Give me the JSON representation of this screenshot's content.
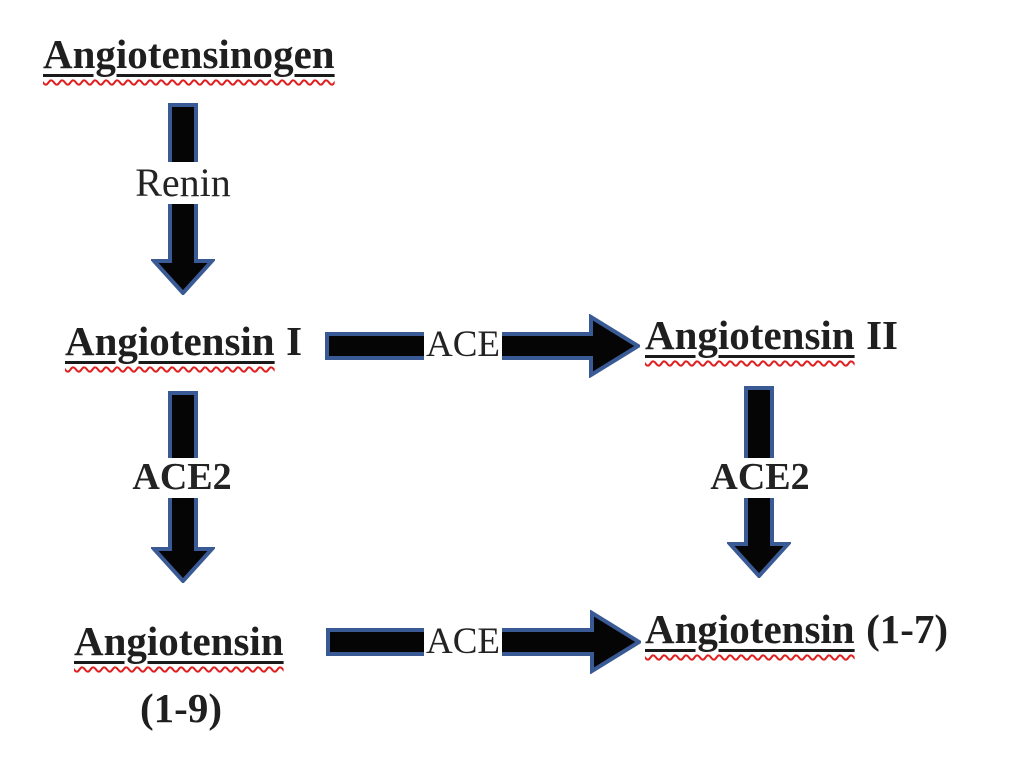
{
  "colors": {
    "background": "#ffffff",
    "arrow_fill": "#050505",
    "arrow_border": "#3a5a96",
    "text": "#1f1f1f",
    "underline": "#1a1a1a",
    "spellcheck_squiggle": "#e02020"
  },
  "diagram": {
    "nodes": {
      "angiotensinogen": {
        "label": "Angiotensinogen"
      },
      "angiotensin_i": {
        "label": "Angiotensin",
        "suffix": "I"
      },
      "angiotensin_ii": {
        "label": "Angiotensin",
        "suffix": "II"
      },
      "angiotensin_1_9": {
        "label": "Angiotensin",
        "suffix": "(1-9)"
      },
      "angiotensin_1_7": {
        "label": "Angiotensin",
        "suffix": "(1-7)"
      }
    },
    "enzymes": {
      "renin": "Renin",
      "ace_top": "ACE",
      "ace_bottom": "ACE",
      "ace2_left": "ACE2",
      "ace2_right": "ACE2"
    },
    "edges": [
      {
        "from": "Angiotensinogen",
        "to": "Angiotensin I",
        "enzyme": "Renin",
        "direction": "down"
      },
      {
        "from": "Angiotensin I",
        "to": "Angiotensin II",
        "enzyme": "ACE",
        "direction": "right"
      },
      {
        "from": "Angiotensin I",
        "to": "Angiotensin (1-9)",
        "enzyme": "ACE2",
        "direction": "down"
      },
      {
        "from": "Angiotensin II",
        "to": "Angiotensin (1-7)",
        "enzyme": "ACE2",
        "direction": "down"
      },
      {
        "from": "Angiotensin (1-9)",
        "to": "Angiotensin (1-7)",
        "enzyme": "ACE",
        "direction": "right"
      }
    ]
  }
}
